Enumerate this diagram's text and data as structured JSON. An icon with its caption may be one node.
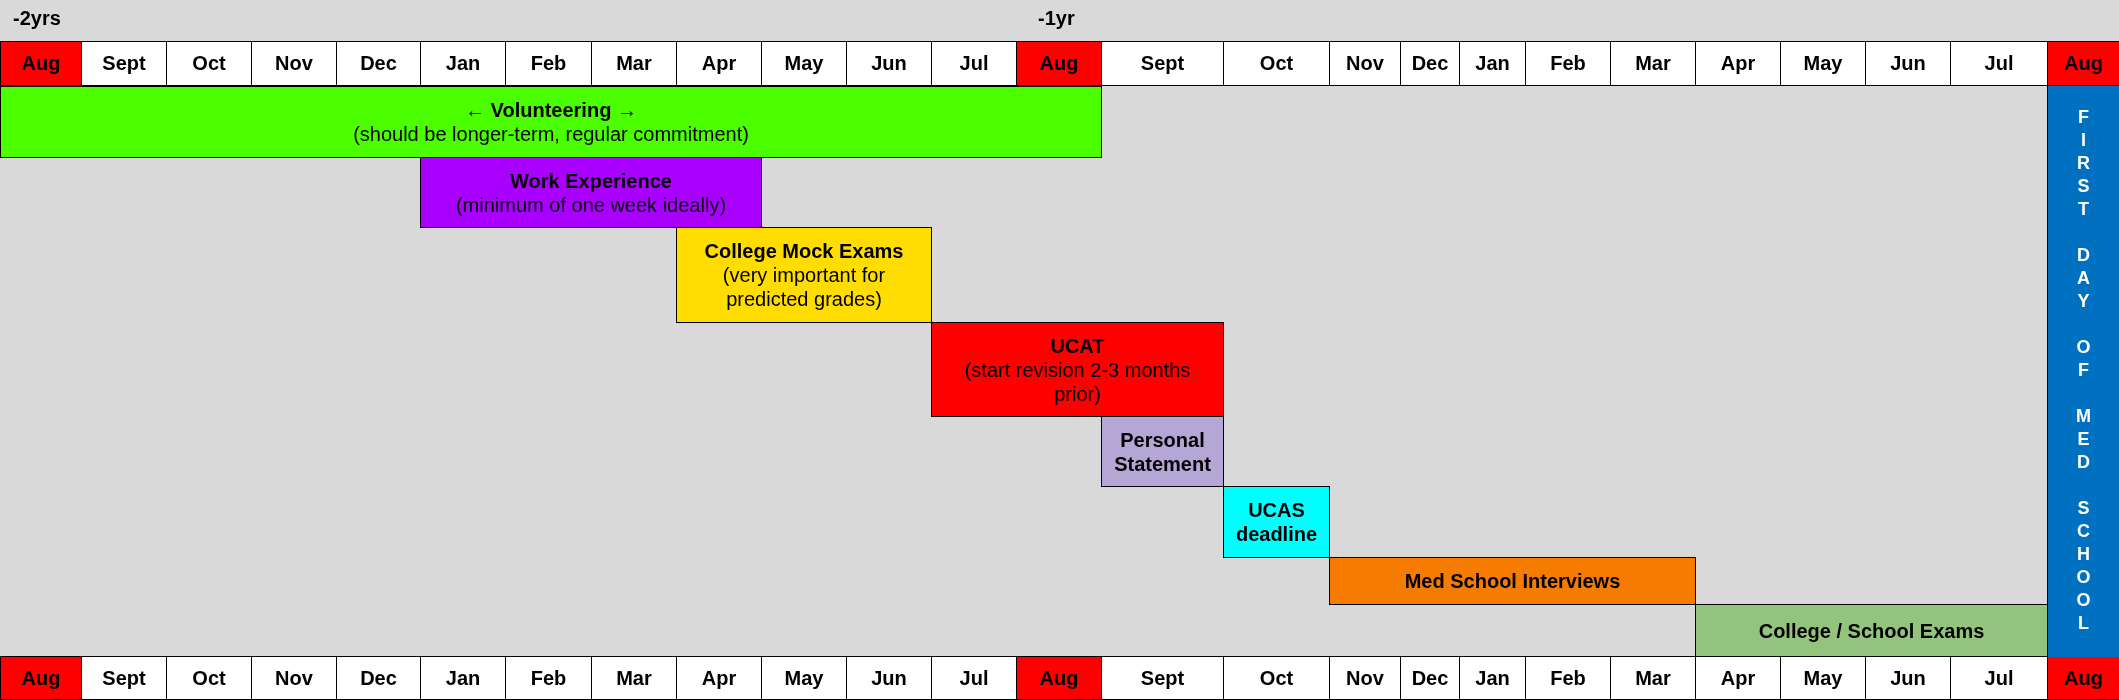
{
  "diagram": {
    "nodes": [
      {
        "text": [
          "← Volunteering →",
          "(should be longer-term, regular commitment)"
        ]
      },
      {
        "text": [
          "Work Experience",
          "(minimum of one week ideally)"
        ]
      },
      {
        "text": [
          "College Mock Exams",
          "(very important for predicted grades)"
        ]
      },
      {
        "text": [
          "UCAT",
          "(start revision 2-3 months prior)"
        ]
      },
      {
        "text": [
          "Personal Statement"
        ]
      },
      {
        "text": [
          "UCAS deadline"
        ]
      },
      {
        "text": [
          "Med School Interviews"
        ]
      },
      {
        "text": [
          "College / School Exams"
        ]
      },
      {
        "text": [
          "FIRST DAY OF MED SCHOOL"
        ]
      }
    ],
    "labels": [
      "-2yrs",
      "-1yr",
      "Aug",
      "Sept",
      "Oct",
      "Nov",
      "Dec",
      "Jan",
      "Feb",
      "Mar",
      "Apr",
      "May",
      "Jun",
      "Jul",
      "Aug",
      "Sept",
      "Oct",
      "Nov",
      "Dec",
      "Jan",
      "Feb",
      "Mar",
      "Apr",
      "May",
      "Jun",
      "Jul",
      "Aug",
      "Aug",
      "Sept",
      "Oct",
      "Nov",
      "Dec",
      "Jan",
      "Feb",
      "Mar",
      "Apr",
      "May",
      "Jun",
      "Jul",
      "Aug",
      "Sept",
      "Oct",
      "Nov",
      "Dec",
      "Jan",
      "Feb",
      "Mar",
      "Apr",
      "May",
      "Jun",
      "Jul",
      "Aug"
    ]
  }
}
